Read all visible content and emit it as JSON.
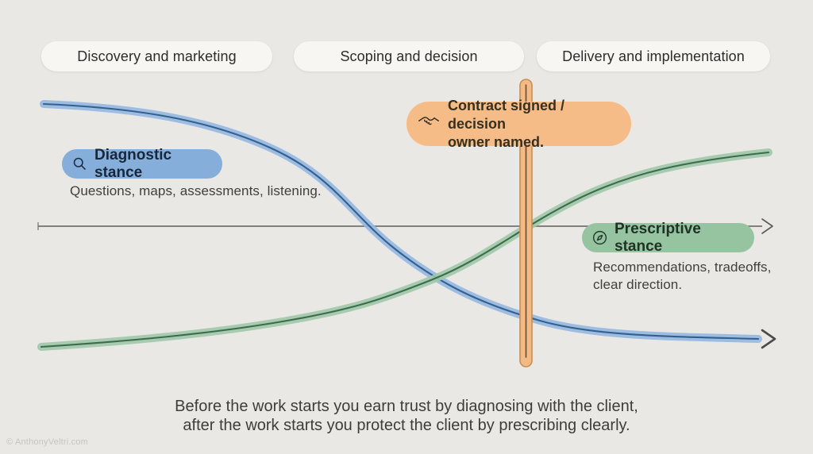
{
  "page": {
    "background_color": "#e9e8e5",
    "watermark": "© AnthonyVeltri.com",
    "footer": {
      "lines": {
        "0": "Before the work starts you earn trust by diagnosing with the client,",
        "1": "after the work starts you protect the client by prescribing clearly."
      }
    }
  },
  "phases": {
    "0": {
      "label": "Discovery and marketing"
    },
    "1": {
      "label": "Scoping and decision"
    },
    "2": {
      "label": "Delivery and implementation"
    }
  },
  "diagnostic": {
    "label": "Diagnostic stance",
    "description": "Questions, maps, assessments, listening.",
    "icon": "magnifier-icon",
    "pill_color": "#85aeda",
    "curve_band_color": "#93b7e0",
    "curve_core_color": "#35608d",
    "curve_direction": "starts high on the left, descends after contract, ends low right with arrow"
  },
  "prescriptive": {
    "label": "Prescriptive stance",
    "description_lines": {
      "0": "Recommendations, tradeoffs,",
      "1": "clear direction."
    },
    "icon": "compass-icon",
    "pill_color": "#96c4a0",
    "curve_band_color": "#a0c8a8",
    "curve_core_color": "#3f6b4d",
    "curve_direction": "starts low on the left, rises after contract, ends high right"
  },
  "milestone": {
    "lines": {
      "0": "Contract signed / decision",
      "1": "owner named."
    },
    "icon": "handshake-icon",
    "pill_color": "#f6bc88",
    "bar_fill_color": "#f2ba84",
    "bar_edge_color": "#c98e55"
  },
  "axis": {
    "color": "#737170",
    "style": "horizontal baseline with right arrow, small start tick on left"
  }
}
